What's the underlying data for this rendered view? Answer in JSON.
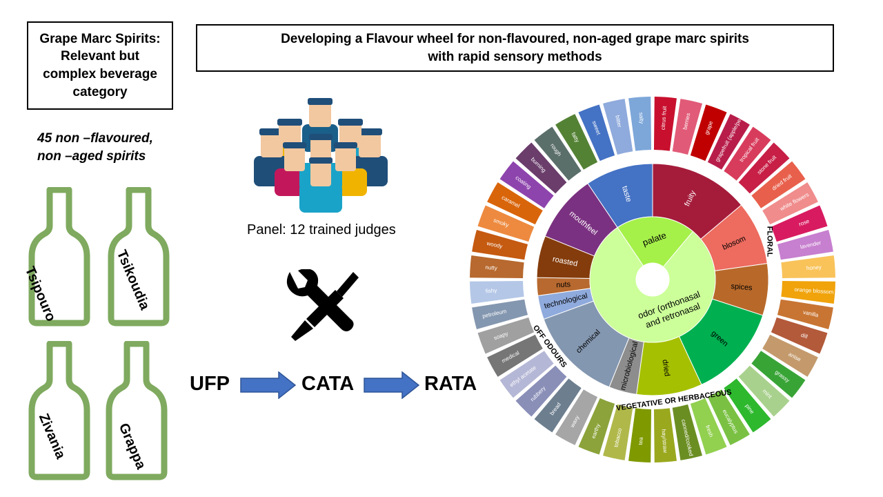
{
  "header": {
    "left_title": "Grape Marc Spirits: Relevant but complex beverage category",
    "main_title_line1": "Developing a Flavour wheel for non-flavoured, non-aged grape marc spirits",
    "main_title_line2": "with rapid sensory methods"
  },
  "spirits": {
    "count_line1": "45 non –flavoured,",
    "count_line2": "non –aged spirits",
    "bottle_color": "#7faa5f",
    "bottles": [
      "Tsipouro",
      "Tsikoudia",
      "Zivania",
      "Grappa"
    ]
  },
  "panel": {
    "caption": "Panel: 12 trained judges"
  },
  "flow": {
    "steps": [
      "UFP",
      "CATA",
      "RATA"
    ],
    "arrow_color": "#4472c4"
  },
  "wheel": {
    "center_colors": {
      "palate": "#a6f04a",
      "odor": "#ccff99"
    },
    "inner": [
      {
        "name": "palate",
        "label": "palate",
        "a0": -34,
        "a1": 40,
        "color": "#a6f04a"
      },
      {
        "name": "odor",
        "label": "odor (orthonasal and retronasal",
        "a0": 40,
        "a1": 326,
        "color": "#ccff99"
      }
    ],
    "middle": [
      {
        "label": "fruity",
        "a0": 0,
        "a1": 50,
        "color": "#a51c3b",
        "text": "#ffffff"
      },
      {
        "label": "blosom",
        "a0": 50,
        "a1": 82,
        "color": "#ed6b5f",
        "text": "#000000"
      },
      {
        "label": "spices",
        "a0": 82,
        "a1": 108,
        "color": "#b8692a",
        "text": "#000000"
      },
      {
        "label": "green",
        "a0": 108,
        "a1": 155,
        "color": "#00b050",
        "text": "#000000"
      },
      {
        "label": "dried",
        "a0": 155,
        "a1": 188,
        "color": "#a5c000",
        "text": "#000000"
      },
      {
        "label": "microbiological",
        "a0": 188,
        "a1": 202,
        "color": "#8d8d8d",
        "text": "#000000"
      },
      {
        "label": "chemical",
        "a0": 202,
        "a1": 250,
        "color": "#8497b0",
        "text": "#000000"
      },
      {
        "label": "technological",
        "a0": 250,
        "a1": 262,
        "color": "#8faadc",
        "text": "#000000"
      },
      {
        "label": "nuts",
        "a0": 262,
        "a1": 271,
        "color": "#b7692f",
        "text": "#000000"
      },
      {
        "label": "roasted",
        "a0": 271,
        "a1": 292,
        "color": "#843c0c",
        "text": "#ffffff"
      },
      {
        "label": "mouthfeel",
        "a0": 292,
        "a1": 326,
        "color": "#7b3181",
        "text": "#ffffff"
      },
      {
        "label": "taste",
        "a0": 326,
        "a1": 360,
        "color": "#4472c4",
        "text": "#ffffff"
      }
    ],
    "outer": [
      {
        "label": "citrus fruit",
        "color": "#c8102e"
      },
      {
        "label": "berries",
        "color": "#e15b78"
      },
      {
        "label": "grape",
        "color": "#c00000"
      },
      {
        "label": "grapefruit (apple/pear)",
        "color": "#b81d4a"
      },
      {
        "label": "tropical fruit",
        "color": "#d83c5c"
      },
      {
        "label": "stone fruit",
        "color": "#c71f46"
      },
      {
        "label": "dried fruit",
        "color": "#e8604c"
      },
      {
        "label": "white flowers",
        "color": "#f08c8c"
      },
      {
        "label": "rose",
        "color": "#d81b60"
      },
      {
        "label": "lavender",
        "color": "#c77fcf"
      },
      {
        "label": "honey",
        "color": "#f9c35a"
      },
      {
        "label": "orange blossom",
        "color": "#f0a30a"
      },
      {
        "label": "vanilla",
        "color": "#c87533"
      },
      {
        "label": "dill",
        "color": "#b35a3a"
      },
      {
        "label": "anise",
        "color": "#c49a6c"
      },
      {
        "label": "grassy",
        "color": "#38a436"
      },
      {
        "label": "mint",
        "color": "#a9d18e"
      },
      {
        "label": "pine",
        "color": "#2eb82e"
      },
      {
        "label": "eucalyptus",
        "color": "#7ac143"
      },
      {
        "label": "fresh",
        "color": "#92d050"
      },
      {
        "label": "canned/cooked",
        "color": "#6b8e23"
      },
      {
        "label": "hay/straw",
        "color": "#9aa81e"
      },
      {
        "label": "tea",
        "color": "#7f9a00"
      },
      {
        "label": "tobacco",
        "color": "#b0b84a"
      },
      {
        "label": "earthy",
        "color": "#8ba33a"
      },
      {
        "label": "waxy",
        "color": "#a6a6a6"
      },
      {
        "label": "bread",
        "color": "#6d7f8f"
      },
      {
        "label": "rubbery",
        "color": "#8a8fb8"
      },
      {
        "label": "ethyl acetate",
        "color": "#b5b7d6"
      },
      {
        "label": "medical",
        "color": "#767676"
      },
      {
        "label": "soapy",
        "color": "#a0a0a0"
      },
      {
        "label": "petroleum",
        "color": "#8497b0"
      },
      {
        "label": "fishy",
        "color": "#b4c7e7"
      },
      {
        "label": "nutty",
        "color": "#b7692f"
      },
      {
        "label": "woody",
        "color": "#c55a11"
      },
      {
        "label": "smoky",
        "color": "#ed8a3f"
      },
      {
        "label": "caramel",
        "color": "#d9650b"
      },
      {
        "label": "coating",
        "color": "#8e44ad"
      },
      {
        "label": "burning",
        "color": "#6a3d6b"
      },
      {
        "label": "rough",
        "color": "#5b6f6a"
      },
      {
        "label": "fatty",
        "color": "#548235"
      },
      {
        "label": "sweet",
        "color": "#4472c4"
      },
      {
        "label": "bitter",
        "color": "#8faadc"
      },
      {
        "label": "salty",
        "color": "#7da7d9"
      }
    ],
    "group_labels": [
      "FLORAL",
      "VEGETATIVE  OR  HERBACEOUS",
      "OFF ODOURS"
    ]
  }
}
